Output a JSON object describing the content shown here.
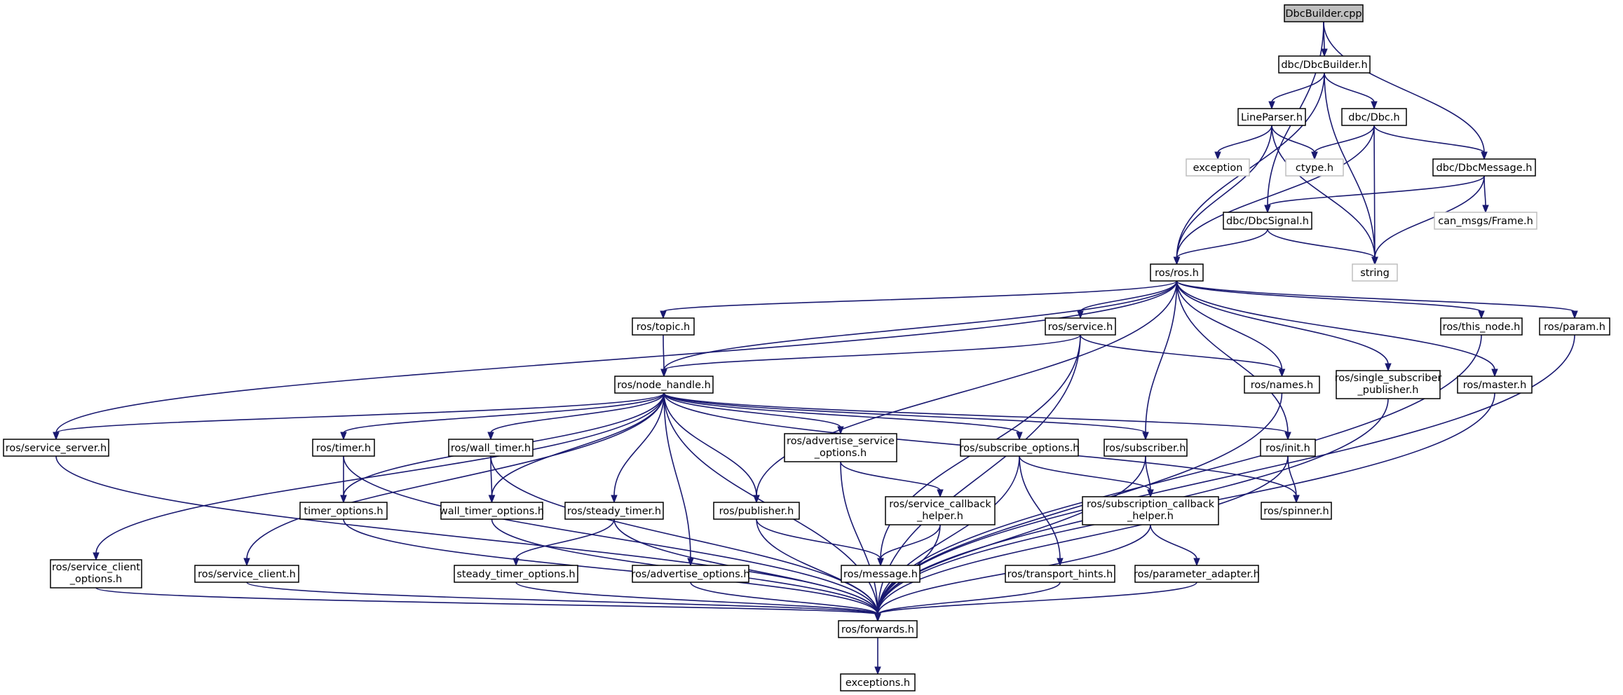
{
  "title": "DbcBuilder.cpp",
  "colors": {
    "edge": "#191970",
    "node_border": "#000000",
    "external_border": "#bfbfbf",
    "root_fill": "#bfbfbf",
    "node_fill": "#ffffff"
  },
  "nodes": {
    "dbcbuilder_cpp": "DbcBuilder.cpp",
    "dbc_dbcbuilder_h": "dbc/DbcBuilder.h",
    "lineparser_h": "LineParser.h",
    "dbc_dbc_h": "dbc/Dbc.h",
    "exception": "exception",
    "ctype_h": "ctype.h",
    "dbc_dbcmessage_h": "dbc/DbcMessage.h",
    "dbc_dbcsignal_h": "dbc/DbcSignal.h",
    "can_msgs_frame_h": "can_msgs/Frame.h",
    "string": "string",
    "ros_ros_h": "ros/ros.h",
    "ros_topic_h": "ros/topic.h",
    "ros_service_h": "ros/service.h",
    "ros_this_node_h": "ros/this_node.h",
    "ros_param_h": "ros/param.h",
    "ros_node_handle_h": "ros/node_handle.h",
    "ros_names_h": "ros/names.h",
    "ros_single_subscriber_publisher_h": [
      "ros/single_subscriber",
      "_publisher.h"
    ],
    "ros_master_h": "ros/master.h",
    "ros_service_server_h": "ros/service_server.h",
    "ros_timer_h": "ros/timer.h",
    "ros_wall_timer_h": "ros/wall_timer.h",
    "ros_advertise_service_options_h": [
      "ros/advertise_service",
      "_options.h"
    ],
    "ros_subscribe_options_h": "ros/subscribe_options.h",
    "ros_subscriber_h": "ros/subscriber.h",
    "ros_init_h": "ros/init.h",
    "timer_options_h": "timer_options.h",
    "wall_timer_options_h": "wall_timer_options.h",
    "ros_steady_timer_h": "ros/steady_timer.h",
    "ros_publisher_h": "ros/publisher.h",
    "ros_service_callback_helper_h": [
      "ros/service_callback",
      "_helper.h"
    ],
    "ros_subscription_callback_helper_h": [
      "ros/subscription_callback",
      "_helper.h"
    ],
    "ros_spinner_h": "ros/spinner.h",
    "ros_service_client_options_h": [
      "ros/service_client",
      "_options.h"
    ],
    "ros_service_client_h": "ros/service_client.h",
    "steady_timer_options_h": "steady_timer_options.h",
    "ros_advertise_options_h": "ros/advertise_options.h",
    "ros_message_h": "ros/message.h",
    "ros_transport_hints_h": "ros/transport_hints.h",
    "ros_parameter_adapter_h": "ros/parameter_adapter.h",
    "ros_forwards_h": "ros/forwards.h",
    "exceptions_h": "exceptions.h"
  },
  "edges": [
    [
      "DbcBuilder.cpp",
      "dbc/DbcBuilder.h"
    ],
    [
      "DbcBuilder.cpp",
      "dbc/DbcSignal.h"
    ],
    [
      "DbcBuilder.cpp",
      "dbc/DbcMessage.h"
    ],
    [
      "dbc/DbcBuilder.h",
      "LineParser.h"
    ],
    [
      "dbc/DbcBuilder.h",
      "dbc/Dbc.h"
    ],
    [
      "dbc/DbcBuilder.h",
      "ros/ros.h"
    ],
    [
      "dbc/DbcBuilder.h",
      "string"
    ],
    [
      "LineParser.h",
      "exception"
    ],
    [
      "LineParser.h",
      "ctype.h"
    ],
    [
      "LineParser.h",
      "string"
    ],
    [
      "LineParser.h",
      "ros/ros.h"
    ],
    [
      "dbc/Dbc.h",
      "ctype.h"
    ],
    [
      "dbc/Dbc.h",
      "dbc/DbcMessage.h"
    ],
    [
      "dbc/Dbc.h",
      "string"
    ],
    [
      "dbc/Dbc.h",
      "ros/ros.h"
    ],
    [
      "dbc/DbcMessage.h",
      "dbc/DbcSignal.h"
    ],
    [
      "dbc/DbcMessage.h",
      "can_msgs/Frame.h"
    ],
    [
      "dbc/DbcMessage.h",
      "string"
    ],
    [
      "dbc/DbcSignal.h",
      "ros/ros.h"
    ],
    [
      "dbc/DbcSignal.h",
      "string"
    ],
    [
      "ros/ros.h",
      "ros/topic.h"
    ],
    [
      "ros/ros.h",
      "ros/service.h"
    ],
    [
      "ros/ros.h",
      "ros/this_node.h"
    ],
    [
      "ros/ros.h",
      "ros/param.h"
    ],
    [
      "ros/ros.h",
      "ros/node_handle.h"
    ],
    [
      "ros/ros.h",
      "ros/names.h"
    ],
    [
      "ros/ros.h",
      "ros/single_subscriber_publisher.h"
    ],
    [
      "ros/ros.h",
      "ros/master.h"
    ],
    [
      "ros/ros.h",
      "ros/service_server.h"
    ],
    [
      "ros/ros.h",
      "ros/publisher.h"
    ],
    [
      "ros/ros.h",
      "ros/subscriber.h"
    ],
    [
      "ros/ros.h",
      "ros/init.h"
    ],
    [
      "ros/topic.h",
      "ros/node_handle.h"
    ],
    [
      "ros/service.h",
      "ros/node_handle.h"
    ],
    [
      "ros/service.h",
      "ros/names.h"
    ],
    [
      "ros/service.h",
      "ros/message.h"
    ],
    [
      "ros/service.h",
      "ros/forwards.h"
    ],
    [
      "ros/node_handle.h",
      "ros/service_server.h"
    ],
    [
      "ros/node_handle.h",
      "ros/service_client_options.h"
    ],
    [
      "ros/node_handle.h",
      "ros/forwards.h"
    ],
    [
      "ros/node_handle.h",
      "ros/service_client.h"
    ],
    [
      "ros/node_handle.h",
      "ros/timer.h"
    ],
    [
      "ros/node_handle.h",
      "timer_options.h"
    ],
    [
      "ros/node_handle.h",
      "ros/wall_timer.h"
    ],
    [
      "ros/node_handle.h",
      "wall_timer_options.h"
    ],
    [
      "ros/node_handle.h",
      "ros/steady_timer.h"
    ],
    [
      "ros/node_handle.h",
      "ros/advertise_options.h"
    ],
    [
      "ros/node_handle.h",
      "ros/publisher.h"
    ],
    [
      "ros/node_handle.h",
      "ros/advertise_service_options.h"
    ],
    [
      "ros/node_handle.h",
      "ros/subscribe_options.h"
    ],
    [
      "ros/node_handle.h",
      "ros/subscriber.h"
    ],
    [
      "ros/node_handle.h",
      "ros/init.h"
    ],
    [
      "ros/node_handle.h",
      "ros/spinner.h"
    ],
    [
      "ros/timer.h",
      "timer_options.h"
    ],
    [
      "ros/timer.h",
      "ros/forwards.h"
    ],
    [
      "ros/wall_timer.h",
      "wall_timer_options.h"
    ],
    [
      "ros/wall_timer.h",
      "ros/forwards.h"
    ],
    [
      "ros/advertise_service_options.h",
      "ros/service_callback_helper.h"
    ],
    [
      "ros/advertise_service_options.h",
      "ros/forwards.h"
    ],
    [
      "ros/subscribe_options.h",
      "ros/subscription_callback_helper.h"
    ],
    [
      "ros/subscribe_options.h",
      "ros/transport_hints.h"
    ],
    [
      "ros/subscribe_options.h",
      "ros/forwards.h"
    ],
    [
      "ros/subscriber.h",
      "ros/subscription_callback_helper.h"
    ],
    [
      "ros/subscriber.h",
      "ros/forwards.h"
    ],
    [
      "ros/init.h",
      "ros/spinner.h"
    ],
    [
      "ros/init.h",
      "ros/forwards.h"
    ],
    [
      "ros/service_server.h",
      "ros/forwards.h"
    ],
    [
      "ros/service_client_options.h",
      "ros/forwards.h"
    ],
    [
      "ros/service_client.h",
      "ros/forwards.h"
    ],
    [
      "timer_options.h",
      "ros/forwards.h"
    ],
    [
      "wall_timer_options.h",
      "ros/forwards.h"
    ],
    [
      "ros/steady_timer.h",
      "steady_timer_options.h"
    ],
    [
      "ros/steady_timer.h",
      "ros/forwards.h"
    ],
    [
      "steady_timer_options.h",
      "ros/forwards.h"
    ],
    [
      "ros/advertise_options.h",
      "ros/forwards.h"
    ],
    [
      "ros/publisher.h",
      "ros/message.h"
    ],
    [
      "ros/publisher.h",
      "ros/forwards.h"
    ],
    [
      "ros/service_callback_helper.h",
      "ros/message.h"
    ],
    [
      "ros/service_callback_helper.h",
      "ros/forwards.h"
    ],
    [
      "ros/subscription_callback_helper.h",
      "ros/parameter_adapter.h"
    ],
    [
      "ros/subscription_callback_helper.h",
      "ros/forwards.h"
    ],
    [
      "ros/transport_hints.h",
      "ros/forwards.h"
    ],
    [
      "ros/parameter_adapter.h",
      "ros/forwards.h"
    ],
    [
      "ros/this_node.h",
      "ros/forwards.h"
    ],
    [
      "ros/param.h",
      "ros/forwards.h"
    ],
    [
      "ros/names.h",
      "ros/forwards.h"
    ],
    [
      "ros/single_subscriber_publisher.h",
      "ros/forwards.h"
    ],
    [
      "ros/master.h",
      "ros/forwards.h"
    ],
    [
      "ros/forwards.h",
      "exceptions.h"
    ]
  ]
}
